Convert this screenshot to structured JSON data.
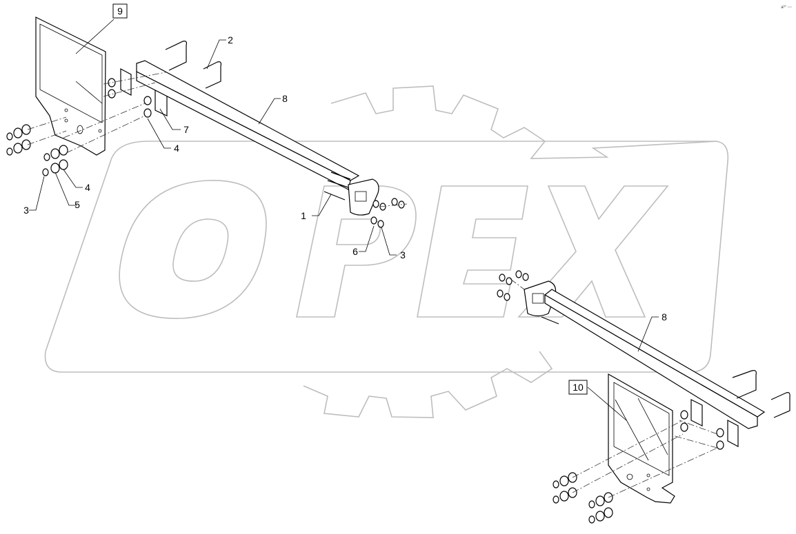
{
  "watermark": {
    "text": "OPEX"
  },
  "corner_mark": "a³° ◦◦◦",
  "callouts": [
    {
      "id": "c9",
      "text": "9",
      "boxed": true
    },
    {
      "id": "c2",
      "text": "2"
    },
    {
      "id": "c8a",
      "text": "8"
    },
    {
      "id": "c7",
      "text": "7"
    },
    {
      "id": "c4a",
      "text": "4"
    },
    {
      "id": "c4b",
      "text": "4"
    },
    {
      "id": "c3a",
      "text": "3"
    },
    {
      "id": "c5",
      "text": "5"
    },
    {
      "id": "c1",
      "text": "1"
    },
    {
      "id": "c6",
      "text": "6"
    },
    {
      "id": "c3b",
      "text": "3"
    },
    {
      "id": "c8b",
      "text": "8"
    },
    {
      "id": "c10",
      "text": "10",
      "boxed": true
    }
  ]
}
